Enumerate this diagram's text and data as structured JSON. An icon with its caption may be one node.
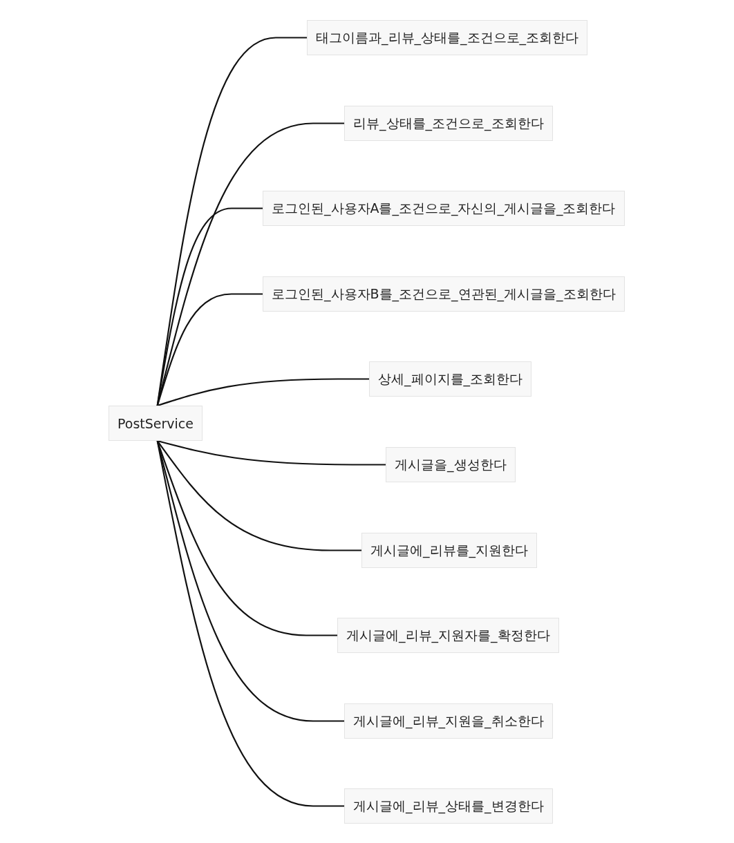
{
  "diagram": {
    "nodes": [
      {
        "text": [
          "PostService"
        ]
      },
      {
        "text": [
          "태그이름과_리뷰_상태를_조건으로_조회한다"
        ]
      },
      {
        "text": [
          "리뷰_상태를_조건으로_조회한다"
        ]
      },
      {
        "text": [
          "로그인된_사용자A를_조건으로_자신의_게시글을_조회한다"
        ]
      },
      {
        "text": [
          "로그인된_사용자B를_조건으로_연관된_게시글을_조회한다"
        ]
      },
      {
        "text": [
          "상세_페이지를_조회한다"
        ]
      },
      {
        "text": [
          "게시글을_생성한다"
        ]
      },
      {
        "text": [
          "게시글에_리뷰를_지원한다"
        ]
      },
      {
        "text": [
          "게시글에_리뷰_지원자를_확정한다"
        ]
      },
      {
        "text": [
          "게시글에_리뷰_지원을_취소한다"
        ]
      },
      {
        "text": [
          "게시글에_리뷰_상태를_변경한다"
        ]
      }
    ],
    "edges": [
      {
        "from": 0,
        "to": 1,
        "arrow": "none"
      },
      {
        "from": 0,
        "to": 2,
        "arrow": "none"
      },
      {
        "from": 0,
        "to": 3,
        "arrow": "none"
      },
      {
        "from": 0,
        "to": 4,
        "arrow": "none"
      },
      {
        "from": 0,
        "to": 5,
        "arrow": "none"
      },
      {
        "from": 0,
        "to": 6,
        "arrow": "none"
      },
      {
        "from": 0,
        "to": 7,
        "arrow": "none"
      },
      {
        "from": 0,
        "to": 8,
        "arrow": "none"
      },
      {
        "from": 0,
        "to": 9,
        "arrow": "none"
      },
      {
        "from": 0,
        "to": 10,
        "arrow": "none"
      }
    ]
  }
}
